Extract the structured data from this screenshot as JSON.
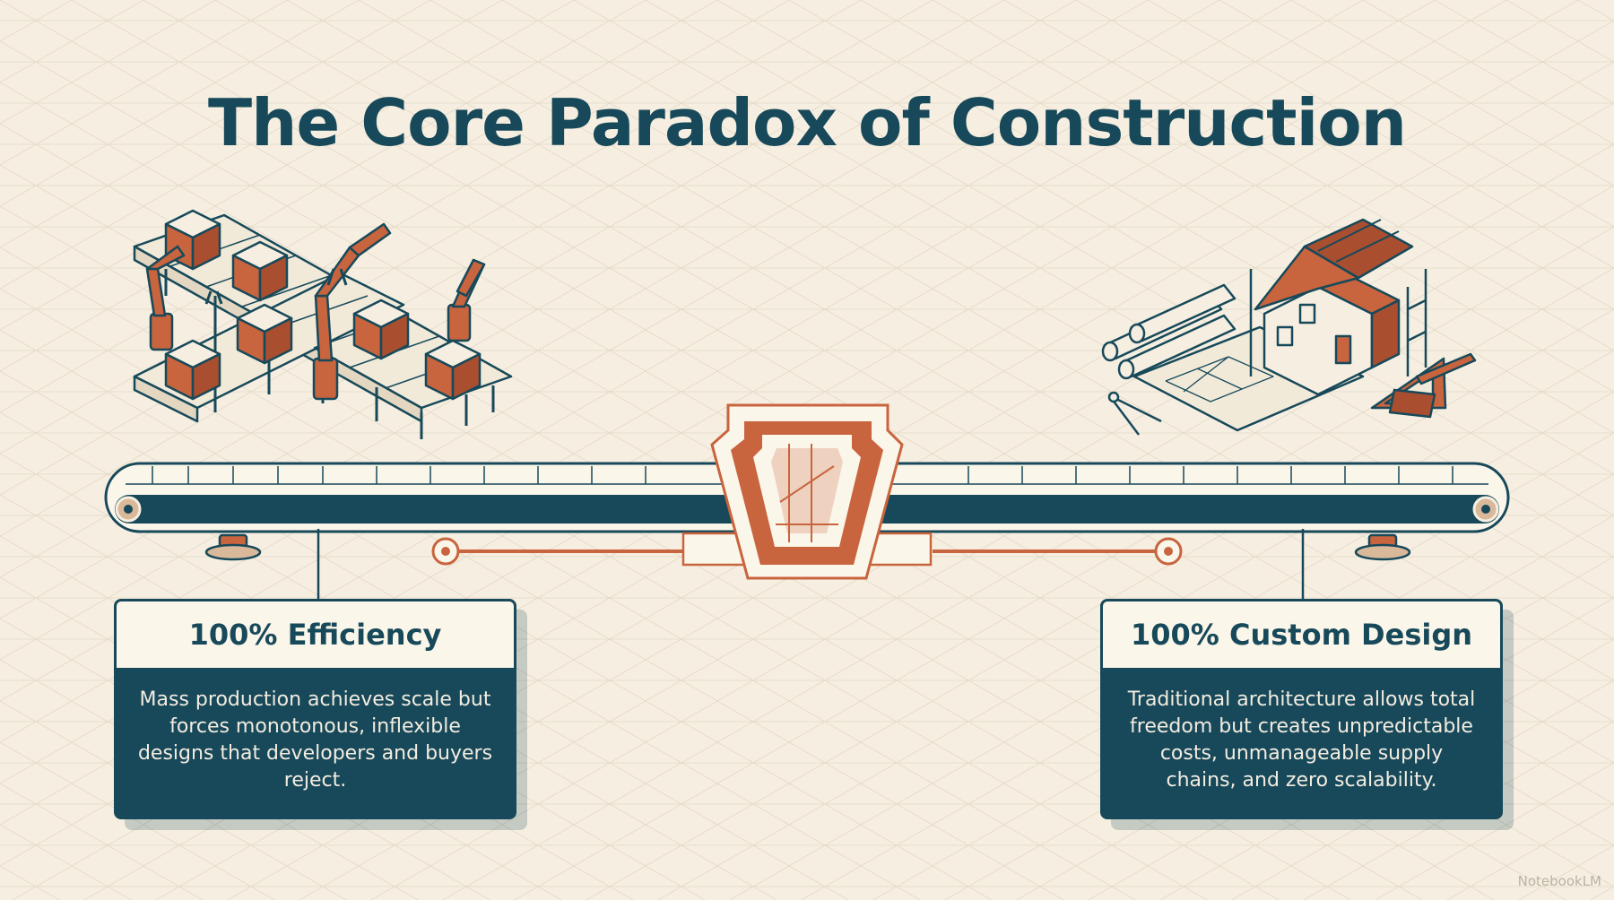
{
  "title": "The Core Paradox of Construction",
  "left_card": {
    "heading": "100% Efficiency",
    "body": "Mass production achieves scale but forces monotonous, inflexible designs that developers and buyers reject."
  },
  "right_card": {
    "heading": "100% Custom Design",
    "body": "Traditional architecture allows total freedom but creates unpredictable costs, unmanageable supply chains, and zero scalability."
  },
  "watermark": "NotebookLM",
  "icons": {
    "left_illustration": "factory-assembly-line-icon",
    "right_illustration": "house-under-construction-icon",
    "center_piece": "keystone-icon"
  },
  "colors": {
    "background": "#f6efe1",
    "primary": "#17495a",
    "accent": "#c8643e",
    "card_head": "#fbf6ea"
  }
}
